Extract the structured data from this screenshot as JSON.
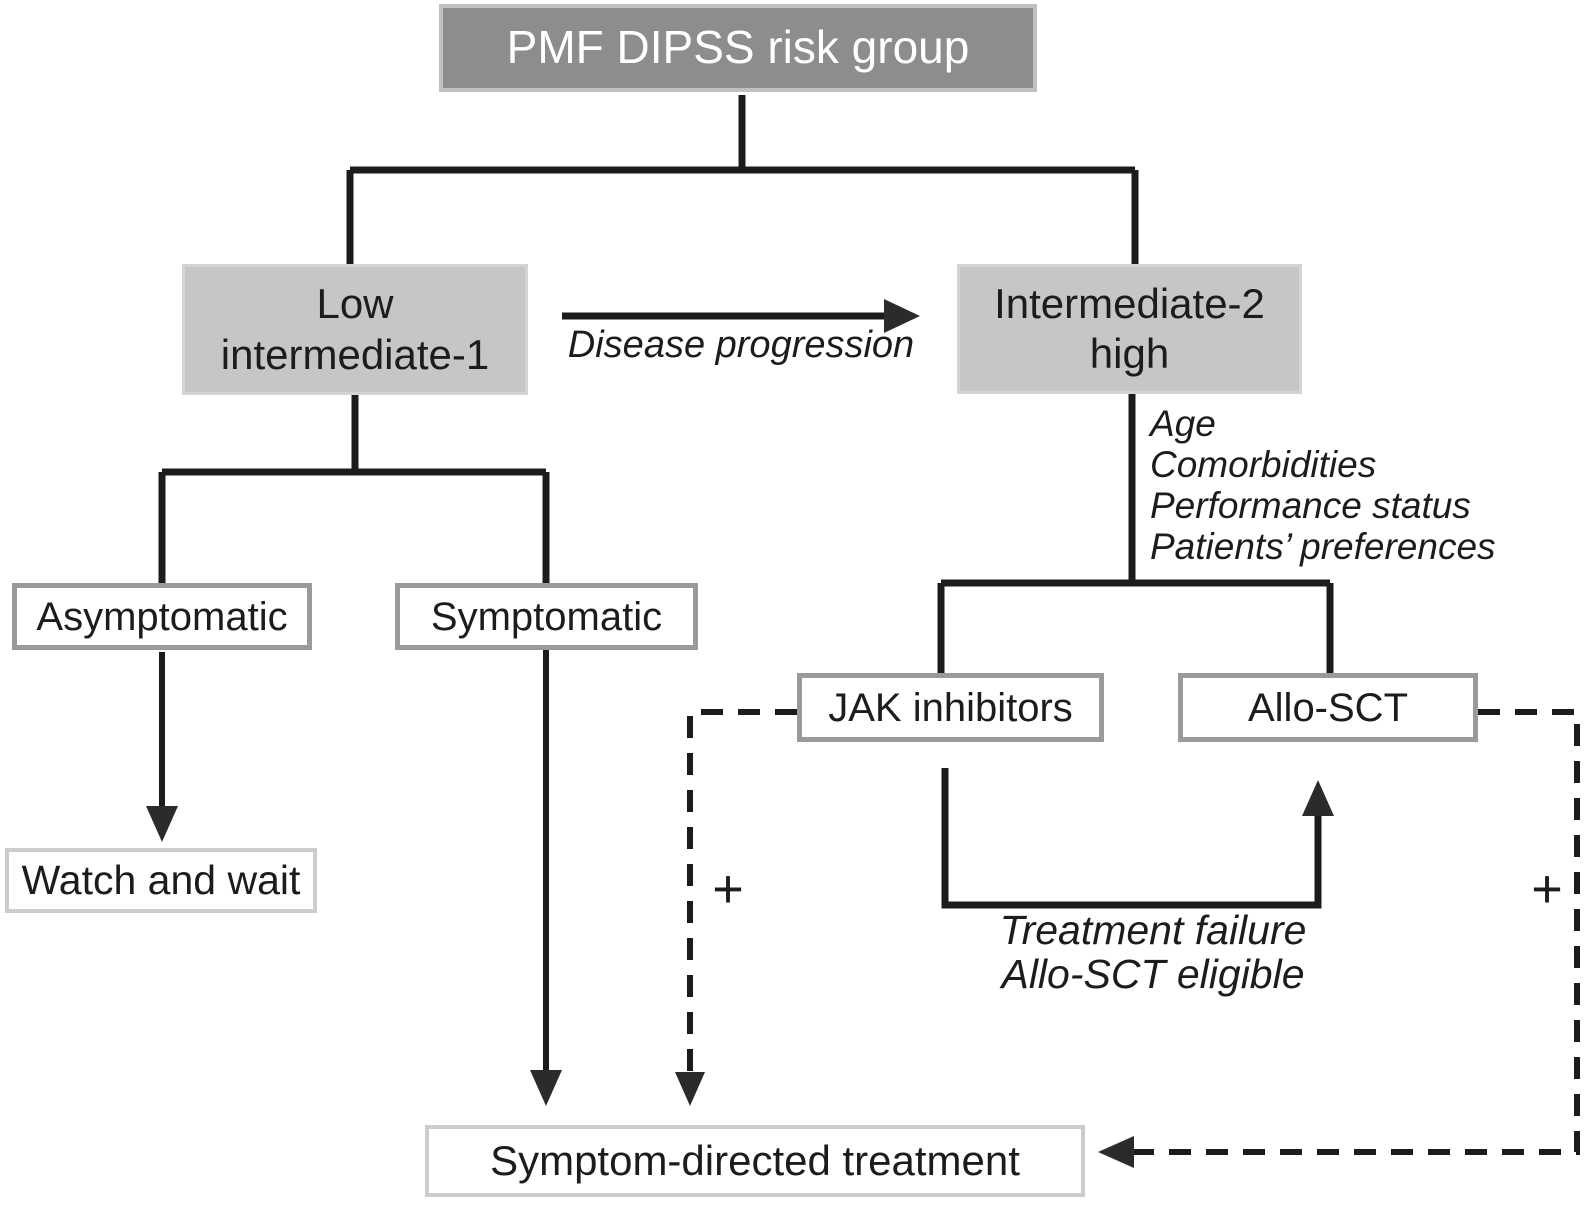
{
  "diagram": {
    "nodes": {
      "root": {
        "label": "PMF DIPSS risk group"
      },
      "low": {
        "line1": "Low",
        "line2": "intermediate-1"
      },
      "int2": {
        "line1": "Intermediate-2",
        "line2": "high"
      },
      "asymptomatic": {
        "label": "Asymptomatic"
      },
      "symptomatic": {
        "label": "Symptomatic"
      },
      "watch_and_wait": {
        "label": "Watch and wait"
      },
      "jak_inhibitors": {
        "label": "JAK inhibitors"
      },
      "allo_sct": {
        "label": "Allo-SCT"
      },
      "symptom_directed": {
        "label": "Symptom-directed treatment"
      }
    },
    "edge_labels": {
      "disease_progression": "Disease progression",
      "factors": [
        "Age",
        "Comorbidities",
        "Performance status",
        "Patients’ preferences"
      ],
      "treatment_failure": [
        "Treatment failure",
        "Allo-SCT eligible"
      ],
      "plus_left": "+",
      "plus_right": "+"
    },
    "colors": {
      "root_fill": "#8d8d8d",
      "root_border": "#c0c0c0",
      "root_text": "#ffffff",
      "risk_fill": "#c6c6c6",
      "option_border": "#9a9a9a",
      "outcome_border": "#cccccc",
      "line": "#1c1c1c",
      "arrowhead": "#2b2b2b",
      "text": "#1c1c1c"
    }
  }
}
